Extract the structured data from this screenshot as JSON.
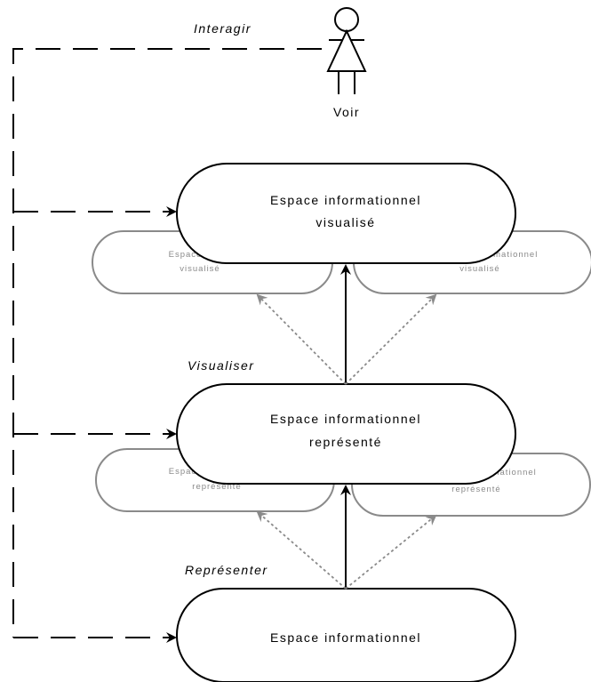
{
  "labels": {
    "interagir": "Interagir",
    "voir": "Voir",
    "visualiser": "Visualiser",
    "representer": "Représenter"
  },
  "nodes": {
    "visualise": {
      "line1": "Espace informationnel",
      "line2": "visualisé"
    },
    "visualise_ghost_left": {
      "line1": "Espace in",
      "line2": "visualisé"
    },
    "visualise_ghost_right": {
      "line1": "ormationnel",
      "line2": "visualisé"
    },
    "represente": {
      "line1": "Espace informationnel",
      "line2": "représenté"
    },
    "represente_ghost_left": {
      "line1": "Espace i",
      "line2": "représenté"
    },
    "represente_ghost_right": {
      "line1": "nationnel",
      "line2": "représenté"
    },
    "brut": {
      "line1": "Espace informationnel"
    }
  },
  "colors": {
    "main_stroke": "#000000",
    "ghost_stroke": "#8a8a8a",
    "dotted_arrow": "#8a8a8a"
  }
}
